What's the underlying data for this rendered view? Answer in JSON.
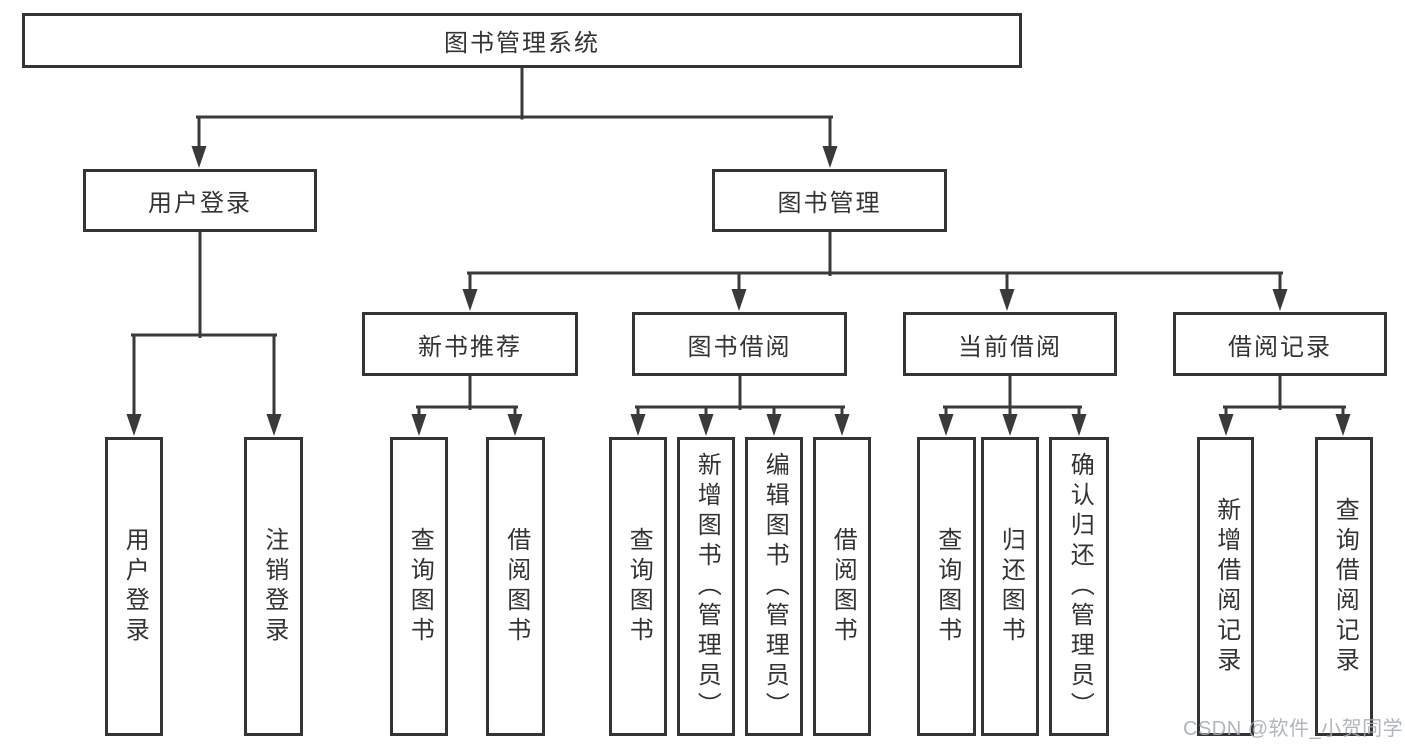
{
  "diagram_title": "图书管理系统",
  "tree": {
    "root": {
      "label": "图书管理系统"
    },
    "branches": [
      {
        "label": "用户登录",
        "children": [
          {
            "label": "用户登录"
          },
          {
            "label": "注销登录"
          }
        ]
      },
      {
        "label": "图书管理",
        "children": [
          {
            "label": "新书推荐",
            "children": [
              {
                "label": "查询图书"
              },
              {
                "label": "借阅图书"
              }
            ]
          },
          {
            "label": "图书借阅",
            "children": [
              {
                "label": "查询图书"
              },
              {
                "label": "新增图书（管理员）"
              },
              {
                "label": "编辑图书（管理员）"
              },
              {
                "label": "借阅图书"
              }
            ]
          },
          {
            "label": "当前借阅",
            "children": [
              {
                "label": "查询图书"
              },
              {
                "label": "归还图书"
              },
              {
                "label": "确认归还（管理员）"
              }
            ]
          },
          {
            "label": "借阅记录",
            "children": [
              {
                "label": "新增借阅记录"
              },
              {
                "label": "查询借阅记录"
              }
            ]
          }
        ]
      }
    ]
  },
  "watermark": {
    "text": "CSDN @软件_小贺同学"
  },
  "colors": {
    "line": "#3a3a3a",
    "box_border": "#343434",
    "text": "#333333",
    "background": "#ffffff",
    "watermark": "#a6acb4"
  }
}
